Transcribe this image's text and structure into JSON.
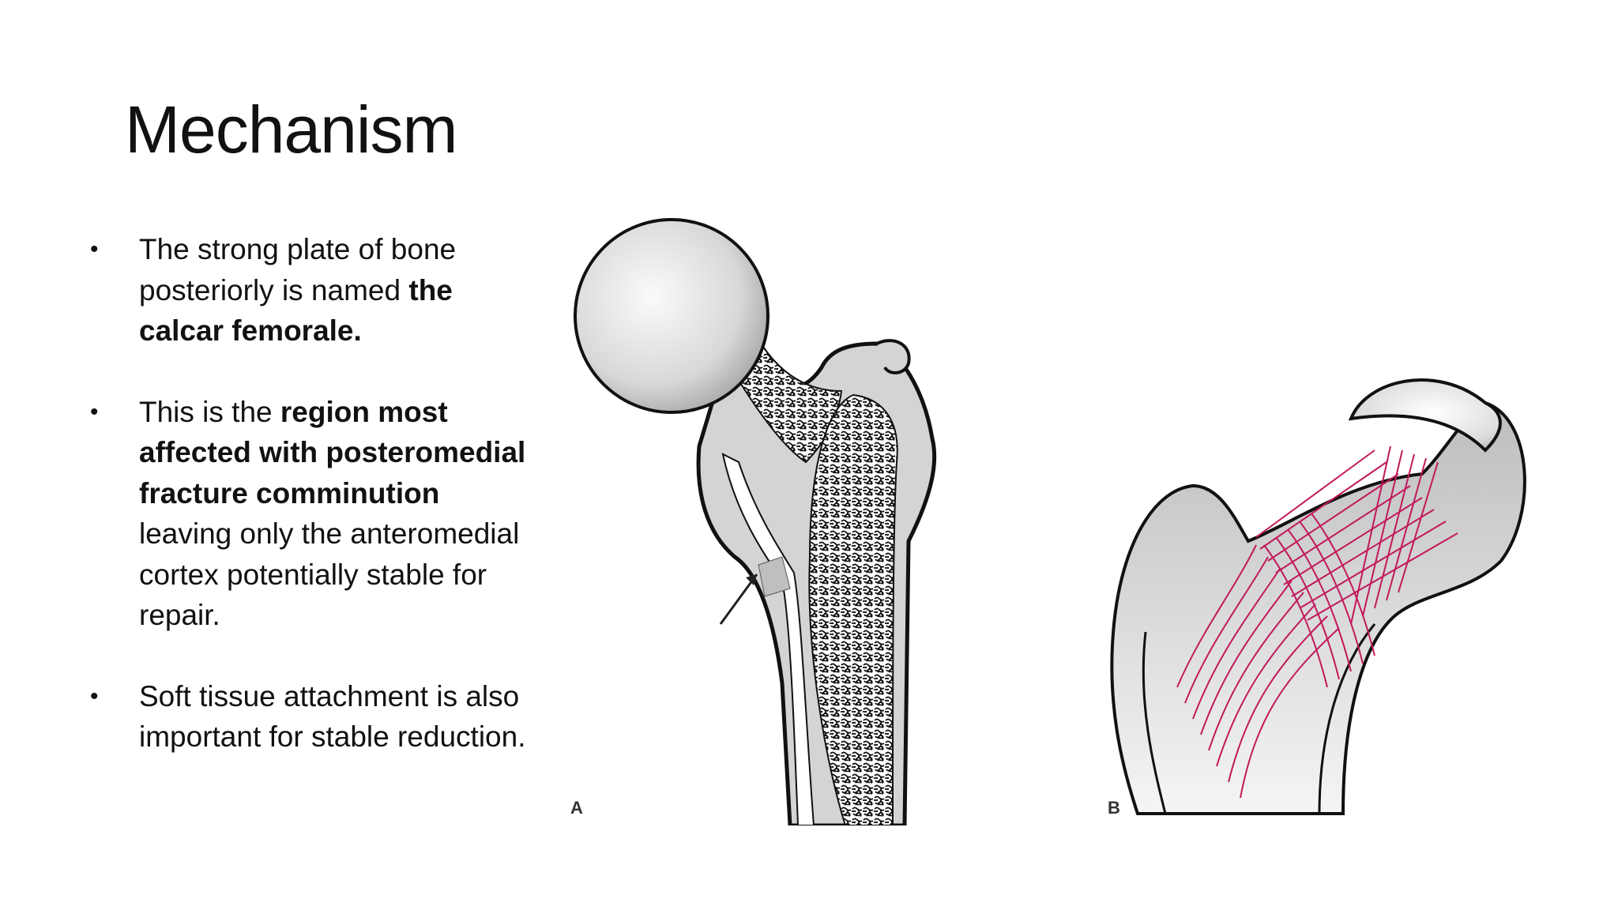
{
  "slide": {
    "title": "Mechanism",
    "bullets": [
      {
        "marker": "•",
        "parts": [
          {
            "text": "The strong plate of bone posteriorly is named ",
            "bold": false
          },
          {
            "text": "the calcar femorale.",
            "bold": true
          }
        ]
      },
      {
        "marker": "•",
        "parts": [
          {
            "text": "This is the ",
            "bold": false
          },
          {
            "text": "region most affected with posteromedial fracture comminution",
            "bold": true
          },
          {
            "text": " leaving only the anteromedial cortex potentially stable for repair.",
            "bold": false
          }
        ]
      },
      {
        "marker": "•",
        "parts": [
          {
            "text": "Soft tissue attachment is also important for stable reduction.",
            "bold": false
          }
        ]
      }
    ]
  },
  "figures": {
    "a": {
      "label": "A",
      "icon": "femur-cross-section-illustration"
    },
    "b": {
      "label": "B",
      "icon": "femur-trabecular-lines-illustration"
    },
    "trabecular_line_color": "#c2185b",
    "bone_fill_color": "#d9d9d9"
  }
}
